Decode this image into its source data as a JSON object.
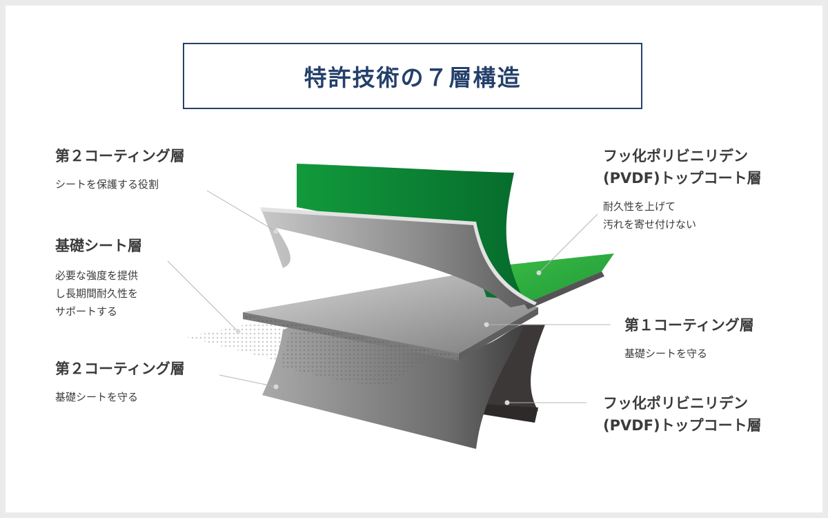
{
  "title": "特許技術の７層構造",
  "labels": {
    "coat2_top": {
      "head": "第２コーティング層",
      "desc": "シートを保護する役割"
    },
    "base": {
      "head": "基礎シート層",
      "desc": [
        "必要な強度を提供",
        "し長期間耐久性を",
        "サポートする"
      ]
    },
    "coat2_bottom": {
      "head": "第２コーティング層",
      "desc": "基礎シートを守る"
    },
    "pvdf_top": {
      "head": [
        "フッ化ポリビニリデン",
        "(PVDF)トップコート層"
      ],
      "desc": [
        "耐久性を上げて",
        "汚れを寄せ付けない"
      ]
    },
    "coat1": {
      "head": "第１コーティング層",
      "desc": "基礎シートを守る"
    },
    "pvdf_bottom": {
      "head": [
        "フッ化ポリビニリデン",
        "(PVDF)トップコート層"
      ]
    }
  },
  "colors": {
    "title": "#24406b",
    "green_dark": "#0e7a35",
    "green_light": "#2ea83f",
    "gray_light": "#bdbdbd",
    "gray_dark": "#4a4a4a"
  }
}
